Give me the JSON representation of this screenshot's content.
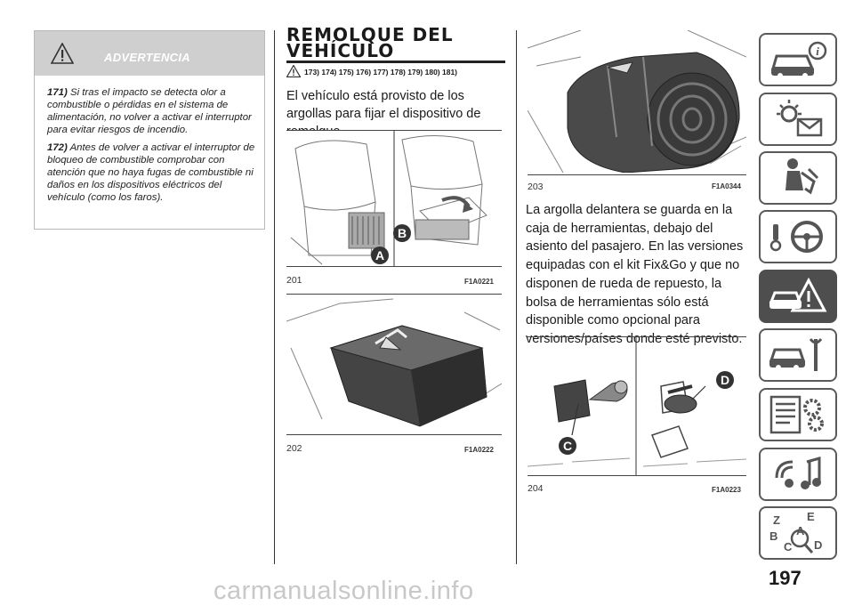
{
  "warning": {
    "title": "ADVERTENCIA",
    "items": [
      {
        "num": "171)",
        "text": "Si tras el impacto se detecta olor a combustible o pérdidas en el sistema de alimentación, no volver a activar el interruptor para evitar riesgos de incendio."
      },
      {
        "num": "172)",
        "text": "Antes de volver a activar el interruptor de bloqueo de combustible comprobar con atención que no haya fugas de combustible ni daños en los dispositivos eléctricos del vehículo (como los faros)."
      }
    ]
  },
  "section": {
    "title_line1": "REMOLQUE DEL",
    "title_line2": "VEHÍCULO",
    "refs": "173) 174) 175) 176) 177) 178) 179) 180) 181)",
    "intro": "El vehículo está provisto de los argollas para fijar el dispositivo de remolque."
  },
  "figures": [
    {
      "num": "201",
      "code": "F1A0221",
      "labels": [
        "A",
        "B"
      ]
    },
    {
      "num": "202",
      "code": "F1A0222"
    },
    {
      "num": "203",
      "code": "F1A0344"
    },
    {
      "num": "204",
      "code": "F1A0223",
      "labels": [
        "C",
        "D"
      ]
    }
  ],
  "right_text": "La argolla delantera se guarda en la caja de herramientas, debajo del asiento del pasajero. En las versiones equipadas con el kit Fix&Go y que no disponen de rueda de repuesto, la bolsa de herramientas sólo está disponible como opcional para versiones/países donde esté previsto.",
  "sidebar": [
    {
      "icon": "car-info-icon"
    },
    {
      "icon": "warning-lights-icon"
    },
    {
      "icon": "airbag-safety-icon"
    },
    {
      "icon": "steering-wheel-icon"
    },
    {
      "icon": "emergency-icon",
      "active": true
    },
    {
      "icon": "maintenance-icon"
    },
    {
      "icon": "technical-data-icon"
    },
    {
      "icon": "multimedia-icon"
    },
    {
      "icon": "index-icon"
    }
  ],
  "page_number": "197",
  "watermark": "carmanualsonline.info",
  "colors": {
    "sidebar_active": "#4e4e4e",
    "warning_header": "#cfcfcf"
  }
}
